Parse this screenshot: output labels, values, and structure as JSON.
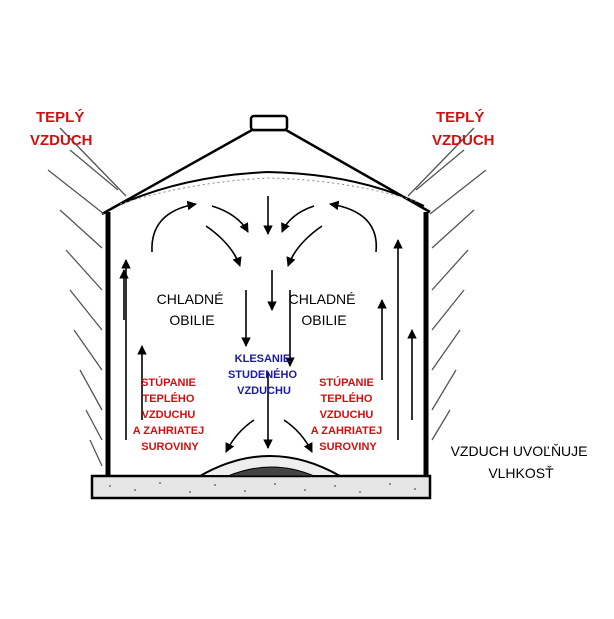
{
  "labels": {
    "warm_air_left": [
      "TEPLÝ",
      "VZDUCH"
    ],
    "warm_air_right": [
      "TEPLÝ",
      "VZDUCH"
    ],
    "cold_grain_left": [
      "CHLADNÉ",
      "OBILIE"
    ],
    "cold_grain_right": [
      "CHLADNÉ",
      "OBILIE"
    ],
    "sinking_cold_air": [
      "KLESANIE",
      "STUDENÉHO",
      "VZDUCHU"
    ],
    "rising_warm_air_left": [
      "STÚPANIE",
      "TEPLÉHO",
      "VZDUCHU",
      "A ZAHRIATEJ",
      "SUROVINY"
    ],
    "rising_warm_air_right": [
      "STÚPANIE",
      "TEPLÉHO",
      "VZDUCHU",
      "A ZAHRIATEJ",
      "SUROVINY"
    ],
    "moisture_release": [
      "VZDUCH UVOĽŇUJE",
      "VLHKOSŤ"
    ]
  },
  "colors": {
    "warm_label": "#d01010",
    "cold_label": "#1a1aa0",
    "ink": "#000000"
  }
}
